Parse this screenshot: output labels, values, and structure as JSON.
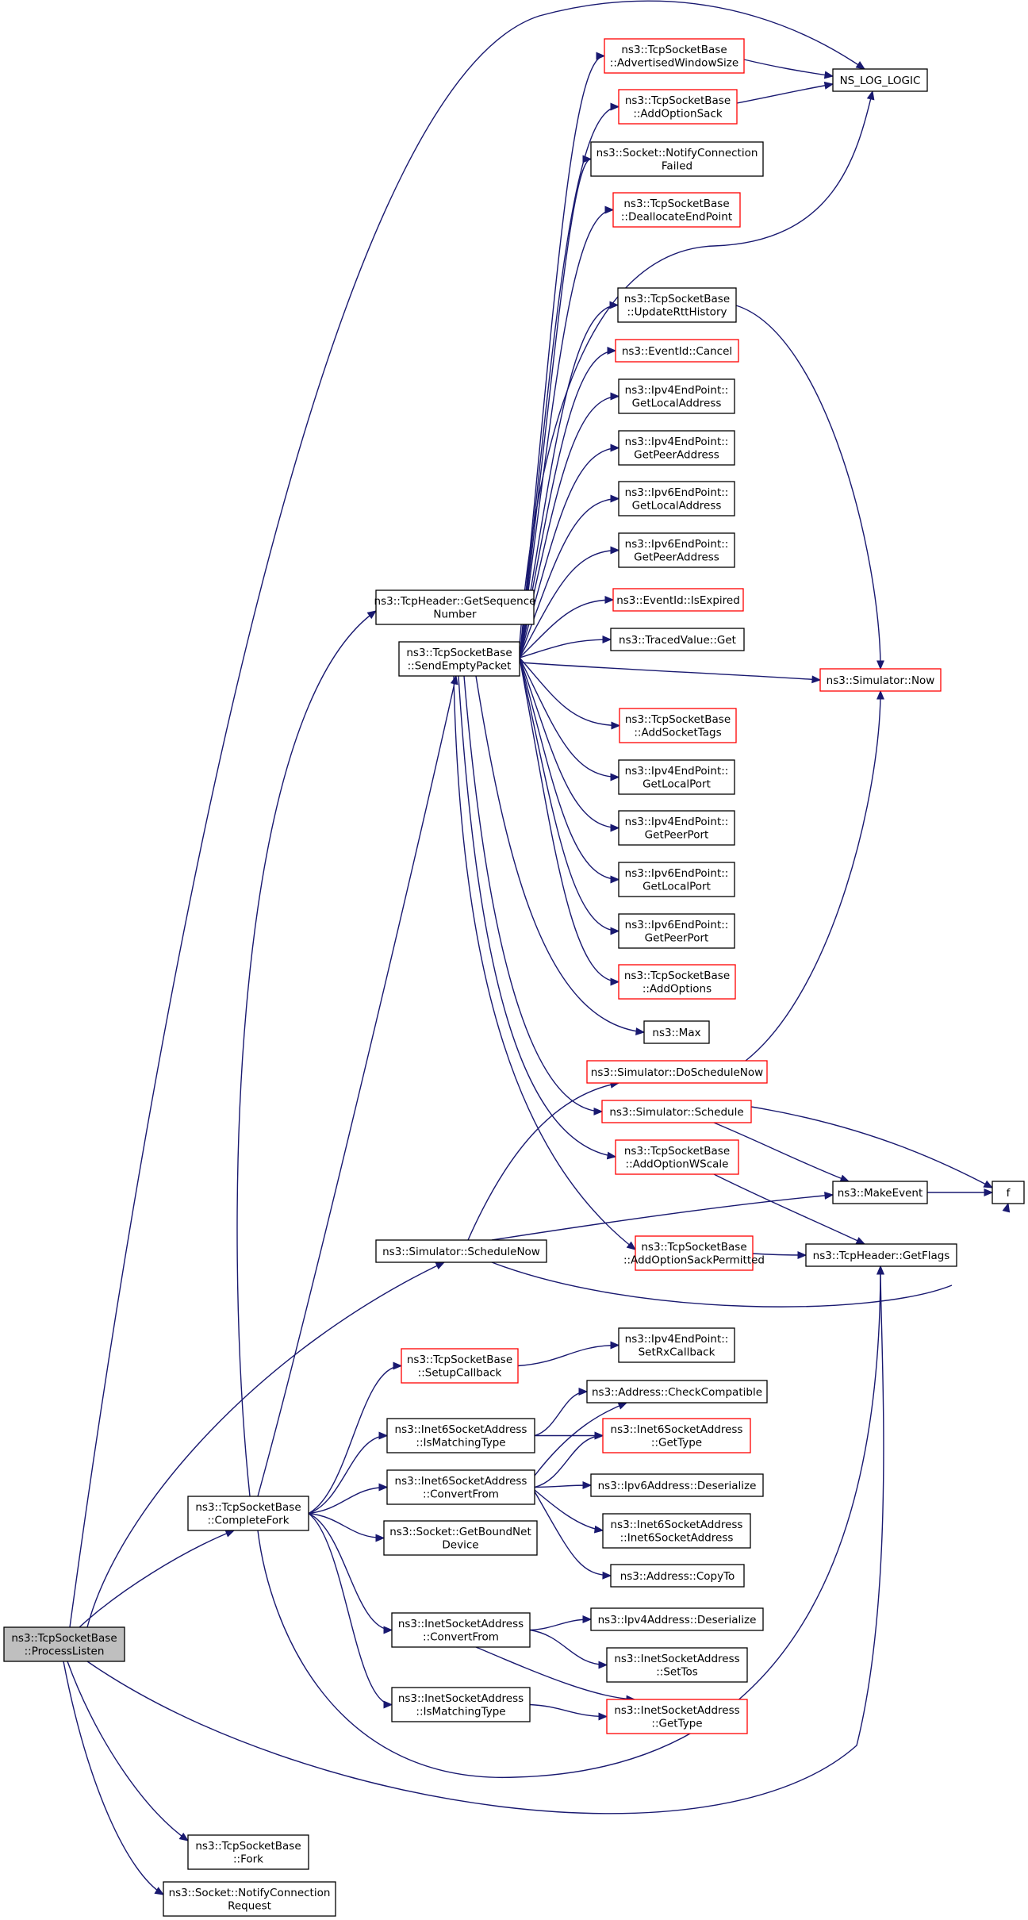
{
  "colors": {
    "edge": "#191970",
    "node_border": "#000000",
    "node_border_link": "#ff0000",
    "node_fill": "#ffffff",
    "root_fill": "#bfbfbf"
  },
  "nodes": [
    {
      "id": "process_listen",
      "lines": [
        "ns3::TcpSocketBase",
        "::ProcessListen"
      ],
      "style": "root"
    },
    {
      "id": "complete_fork",
      "lines": [
        "ns3::TcpSocketBase",
        "::CompleteFork"
      ],
      "style": "normal"
    },
    {
      "id": "fork",
      "lines": [
        "ns3::TcpSocketBase",
        "::Fork"
      ],
      "style": "normal"
    },
    {
      "id": "notify_conn_request",
      "lines": [
        "ns3::Socket::NotifyConnection",
        "Request"
      ],
      "style": "normal"
    },
    {
      "id": "ns_log_logic",
      "lines": [
        "NS_LOG_LOGIC"
      ],
      "style": "normal"
    },
    {
      "id": "tcp_get_flags",
      "lines": [
        "ns3::TcpHeader::GetFlags"
      ],
      "style": "normal"
    },
    {
      "id": "get_sequence_number",
      "lines": [
        "ns3::TcpHeader::GetSequence",
        "Number"
      ],
      "style": "normal"
    },
    {
      "id": "send_empty_packet",
      "lines": [
        "ns3::TcpSocketBase",
        "::SendEmptyPacket"
      ],
      "style": "normal"
    },
    {
      "id": "schedule_now",
      "lines": [
        "ns3::Simulator::ScheduleNow"
      ],
      "style": "normal"
    },
    {
      "id": "setup_callback",
      "lines": [
        "ns3::TcpSocketBase",
        "::SetupCallback"
      ],
      "style": "link"
    },
    {
      "id": "inet6_is_matching",
      "lines": [
        "ns3::Inet6SocketAddress",
        "::IsMatchingType"
      ],
      "style": "normal"
    },
    {
      "id": "inet6_convert_from",
      "lines": [
        "ns3::Inet6SocketAddress",
        "::ConvertFrom"
      ],
      "style": "normal"
    },
    {
      "id": "get_bound_net_device",
      "lines": [
        "ns3::Socket::GetBoundNet",
        "Device"
      ],
      "style": "normal"
    },
    {
      "id": "inet_convert_from",
      "lines": [
        "ns3::InetSocketAddress",
        "::ConvertFrom"
      ],
      "style": "normal"
    },
    {
      "id": "inet_is_matching",
      "lines": [
        "ns3::InetSocketAddress",
        "::IsMatchingType"
      ],
      "style": "normal"
    },
    {
      "id": "advertised_window_size",
      "lines": [
        "ns3::TcpSocketBase",
        "::AdvertisedWindowSize"
      ],
      "style": "link"
    },
    {
      "id": "add_option_sack",
      "lines": [
        "ns3::TcpSocketBase",
        "::AddOptionSack"
      ],
      "style": "link"
    },
    {
      "id": "notify_conn_failed",
      "lines": [
        "ns3::Socket::NotifyConnection",
        "Failed"
      ],
      "style": "normal"
    },
    {
      "id": "deallocate_end_point",
      "lines": [
        "ns3::TcpSocketBase",
        "::DeallocateEndPoint"
      ],
      "style": "link"
    },
    {
      "id": "update_rtt_history",
      "lines": [
        "ns3::TcpSocketBase",
        "::UpdateRttHistory"
      ],
      "style": "normal"
    },
    {
      "id": "event_cancel",
      "lines": [
        "ns3::EventId::Cancel"
      ],
      "style": "link"
    },
    {
      "id": "ipv4ep_get_local_address",
      "lines": [
        "ns3::Ipv4EndPoint::",
        "GetLocalAddress"
      ],
      "style": "normal"
    },
    {
      "id": "ipv4ep_get_peer_address",
      "lines": [
        "ns3::Ipv4EndPoint::",
        "GetPeerAddress"
      ],
      "style": "normal"
    },
    {
      "id": "ipv6ep_get_local_address",
      "lines": [
        "ns3::Ipv6EndPoint::",
        "GetLocalAddress"
      ],
      "style": "normal"
    },
    {
      "id": "ipv6ep_get_peer_address",
      "lines": [
        "ns3::Ipv6EndPoint::",
        "GetPeerAddress"
      ],
      "style": "normal"
    },
    {
      "id": "event_is_expired",
      "lines": [
        "ns3::EventId::IsExpired"
      ],
      "style": "link"
    },
    {
      "id": "traced_value_get",
      "lines": [
        "ns3::TracedValue::Get"
      ],
      "style": "normal"
    },
    {
      "id": "simulator_now",
      "lines": [
        "ns3::Simulator::Now"
      ],
      "style": "link"
    },
    {
      "id": "add_socket_tags",
      "lines": [
        "ns3::TcpSocketBase",
        "::AddSocketTags"
      ],
      "style": "link"
    },
    {
      "id": "ipv4ep_get_local_port",
      "lines": [
        "ns3::Ipv4EndPoint::",
        "GetLocalPort"
      ],
      "style": "normal"
    },
    {
      "id": "ipv4ep_get_peer_port",
      "lines": [
        "ns3::Ipv4EndPoint::",
        "GetPeerPort"
      ],
      "style": "normal"
    },
    {
      "id": "ipv6ep_get_local_port",
      "lines": [
        "ns3::Ipv6EndPoint::",
        "GetLocalPort"
      ],
      "style": "normal"
    },
    {
      "id": "ipv6ep_get_peer_port",
      "lines": [
        "ns3::Ipv6EndPoint::",
        "GetPeerPort"
      ],
      "style": "normal"
    },
    {
      "id": "add_options",
      "lines": [
        "ns3::TcpSocketBase",
        "::AddOptions"
      ],
      "style": "link"
    },
    {
      "id": "ns3_max",
      "lines": [
        "ns3::Max"
      ],
      "style": "normal"
    },
    {
      "id": "do_schedule_now",
      "lines": [
        "ns3::Simulator::DoScheduleNow"
      ],
      "style": "link"
    },
    {
      "id": "simulator_schedule",
      "lines": [
        "ns3::Simulator::Schedule"
      ],
      "style": "link"
    },
    {
      "id": "add_option_wscale",
      "lines": [
        "ns3::TcpSocketBase",
        "::AddOptionWScale"
      ],
      "style": "link"
    },
    {
      "id": "add_option_sack_permitted",
      "lines": [
        "ns3::TcpSocketBase",
        "::AddOptionSackPermitted"
      ],
      "style": "link"
    },
    {
      "id": "make_event",
      "lines": [
        "ns3::MakeEvent"
      ],
      "style": "normal"
    },
    {
      "id": "f",
      "lines": [
        "f"
      ],
      "style": "normal"
    },
    {
      "id": "ipv4ep_set_rx_callback",
      "lines": [
        "ns3::Ipv4EndPoint::",
        "SetRxCallback"
      ],
      "style": "normal"
    },
    {
      "id": "address_check_compatible",
      "lines": [
        "ns3::Address::CheckCompatible"
      ],
      "style": "normal"
    },
    {
      "id": "inet6_get_type",
      "lines": [
        "ns3::Inet6SocketAddress",
        "::GetType"
      ],
      "style": "link"
    },
    {
      "id": "ipv6_deserialize",
      "lines": [
        "ns3::Ipv6Address::Deserialize"
      ],
      "style": "normal"
    },
    {
      "id": "inet6_ctor",
      "lines": [
        "ns3::Inet6SocketAddress",
        "::Inet6SocketAddress"
      ],
      "style": "normal"
    },
    {
      "id": "address_copy_to",
      "lines": [
        "ns3::Address::CopyTo"
      ],
      "style": "normal"
    },
    {
      "id": "ipv4_deserialize",
      "lines": [
        "ns3::Ipv4Address::Deserialize"
      ],
      "style": "normal"
    },
    {
      "id": "inet_set_tos",
      "lines": [
        "ns3::InetSocketAddress",
        "::SetTos"
      ],
      "style": "normal"
    },
    {
      "id": "inet_get_type",
      "lines": [
        "ns3::InetSocketAddress",
        "::GetType"
      ],
      "style": "link"
    }
  ],
  "edges": [
    [
      "process_listen",
      "ns_log_logic"
    ],
    [
      "process_listen",
      "complete_fork"
    ],
    [
      "process_listen",
      "schedule_now"
    ],
    [
      "process_listen",
      "tcp_get_flags"
    ],
    [
      "process_listen",
      "fork"
    ],
    [
      "process_listen",
      "notify_conn_request"
    ],
    [
      "complete_fork",
      "get_sequence_number"
    ],
    [
      "complete_fork",
      "send_empty_packet"
    ],
    [
      "complete_fork",
      "setup_callback"
    ],
    [
      "complete_fork",
      "inet6_is_matching"
    ],
    [
      "complete_fork",
      "inet6_convert_from"
    ],
    [
      "complete_fork",
      "get_bound_net_device"
    ],
    [
      "complete_fork",
      "inet_convert_from"
    ],
    [
      "complete_fork",
      "inet_is_matching"
    ],
    [
      "complete_fork",
      "tcp_get_flags"
    ],
    [
      "send_empty_packet",
      "advertised_window_size"
    ],
    [
      "send_empty_packet",
      "add_option_sack"
    ],
    [
      "send_empty_packet",
      "notify_conn_failed"
    ],
    [
      "send_empty_packet",
      "deallocate_end_point"
    ],
    [
      "send_empty_packet",
      "ns_log_logic"
    ],
    [
      "send_empty_packet",
      "update_rtt_history"
    ],
    [
      "send_empty_packet",
      "event_cancel"
    ],
    [
      "send_empty_packet",
      "ipv4ep_get_local_address"
    ],
    [
      "send_empty_packet",
      "ipv4ep_get_peer_address"
    ],
    [
      "send_empty_packet",
      "ipv6ep_get_local_address"
    ],
    [
      "send_empty_packet",
      "ipv6ep_get_peer_address"
    ],
    [
      "send_empty_packet",
      "event_is_expired"
    ],
    [
      "send_empty_packet",
      "traced_value_get"
    ],
    [
      "send_empty_packet",
      "simulator_now"
    ],
    [
      "send_empty_packet",
      "add_socket_tags"
    ],
    [
      "send_empty_packet",
      "ipv4ep_get_local_port"
    ],
    [
      "send_empty_packet",
      "ipv4ep_get_peer_port"
    ],
    [
      "send_empty_packet",
      "ipv6ep_get_local_port"
    ],
    [
      "send_empty_packet",
      "ipv6ep_get_peer_port"
    ],
    [
      "send_empty_packet",
      "add_options"
    ],
    [
      "send_empty_packet",
      "ns3_max"
    ],
    [
      "send_empty_packet",
      "simulator_schedule"
    ],
    [
      "send_empty_packet",
      "add_option_wscale"
    ],
    [
      "send_empty_packet",
      "add_option_sack_permitted"
    ],
    [
      "advertised_window_size",
      "ns_log_logic"
    ],
    [
      "add_option_sack",
      "ns_log_logic"
    ],
    [
      "update_rtt_history",
      "simulator_now"
    ],
    [
      "do_schedule_now",
      "simulator_now"
    ],
    [
      "simulator_schedule",
      "make_event"
    ],
    [
      "simulator_schedule",
      "f"
    ],
    [
      "add_option_wscale",
      "tcp_get_flags"
    ],
    [
      "add_option_sack_permitted",
      "tcp_get_flags"
    ],
    [
      "make_event",
      "f"
    ],
    [
      "schedule_now",
      "do_schedule_now"
    ],
    [
      "schedule_now",
      "make_event"
    ],
    [
      "schedule_now",
      "f"
    ],
    [
      "setup_callback",
      "ipv4ep_set_rx_callback"
    ],
    [
      "inet6_is_matching",
      "address_check_compatible"
    ],
    [
      "inet6_is_matching",
      "inet6_get_type"
    ],
    [
      "inet6_convert_from",
      "address_check_compatible"
    ],
    [
      "inet6_convert_from",
      "inet6_get_type"
    ],
    [
      "inet6_convert_from",
      "ipv6_deserialize"
    ],
    [
      "inet6_convert_from",
      "inet6_ctor"
    ],
    [
      "inet6_convert_from",
      "address_copy_to"
    ],
    [
      "inet_convert_from",
      "ipv4_deserialize"
    ],
    [
      "inet_convert_from",
      "inet_set_tos"
    ],
    [
      "inet_convert_from",
      "inet_get_type"
    ],
    [
      "inet_is_matching",
      "inet_get_type"
    ]
  ]
}
